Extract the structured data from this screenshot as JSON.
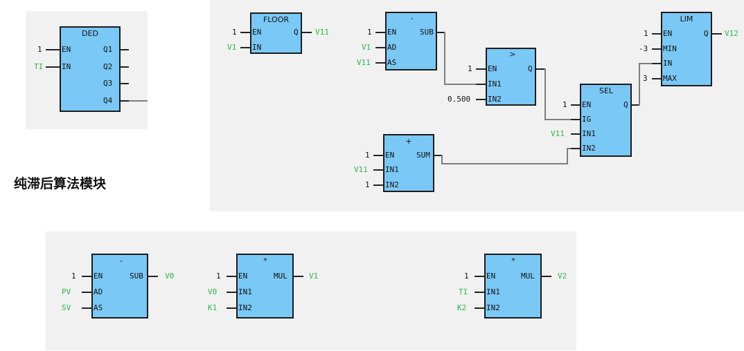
{
  "caption": "纯滞后算法模块",
  "ded": {
    "title": "DED",
    "inputs": [
      {
        "pin": "EN",
        "value": "1"
      },
      {
        "pin": "IN",
        "value": "TI"
      }
    ],
    "outputs": [
      "Q1",
      "Q2",
      "Q3",
      "Q4"
    ]
  },
  "floor": {
    "title": "FLOOR",
    "in_en": "1",
    "in_in": "V1",
    "pin_en": "EN",
    "pin_in": "IN",
    "pin_q": "Q",
    "out": "V11"
  },
  "sub1": {
    "title": "-",
    "in_en": "1",
    "in_ad": "V1",
    "in_as": "V11",
    "pin_en": "EN",
    "pin_ad": "AD",
    "pin_as": "AS",
    "pin_out": "SUB"
  },
  "gt": {
    "title": ">",
    "in_en": "1",
    "in_in2": "0.500",
    "pin_en": "EN",
    "pin_in1": "IN1",
    "pin_in2": "IN2",
    "pin_q": "Q"
  },
  "sel": {
    "title": "SEL",
    "in_en": "1",
    "in_in1": "V11",
    "pin_en": "EN",
    "pin_ig": "IG",
    "pin_in1": "IN1",
    "pin_in2": "IN2",
    "pin_q": "Q"
  },
  "lim": {
    "title": "LIM",
    "in_en": "1",
    "in_min": "-3",
    "in_max": "3",
    "pin_en": "EN",
    "pin_min": "MIN",
    "pin_in": "IN",
    "pin_max": "MAX",
    "pin_q": "Q",
    "out": "V12"
  },
  "add": {
    "title": "+",
    "in_en": "1",
    "in_in1": "V11",
    "in_in2": "1",
    "pin_en": "EN",
    "pin_in1": "IN1",
    "pin_in2": "IN2",
    "pin_out": "SUM"
  },
  "sub2": {
    "title": "-",
    "in_en": "1",
    "in_ad": "PV",
    "in_as": "SV",
    "pin_en": "EN",
    "pin_ad": "AD",
    "pin_as": "AS",
    "pin_out": "SUB",
    "out": "V0"
  },
  "mul1": {
    "title": "*",
    "in_en": "1",
    "in_in1": "V0",
    "in_in2": "K1",
    "pin_en": "EN",
    "pin_in1": "IN1",
    "pin_in2": "IN2",
    "pin_out": "MUL",
    "out": "V1"
  },
  "mul2": {
    "title": "*",
    "in_en": "1",
    "in_in1": "TI",
    "in_in2": "K2",
    "pin_en": "EN",
    "pin_in1": "IN1",
    "pin_in2": "IN2",
    "pin_out": "MUL",
    "out": "V2"
  }
}
